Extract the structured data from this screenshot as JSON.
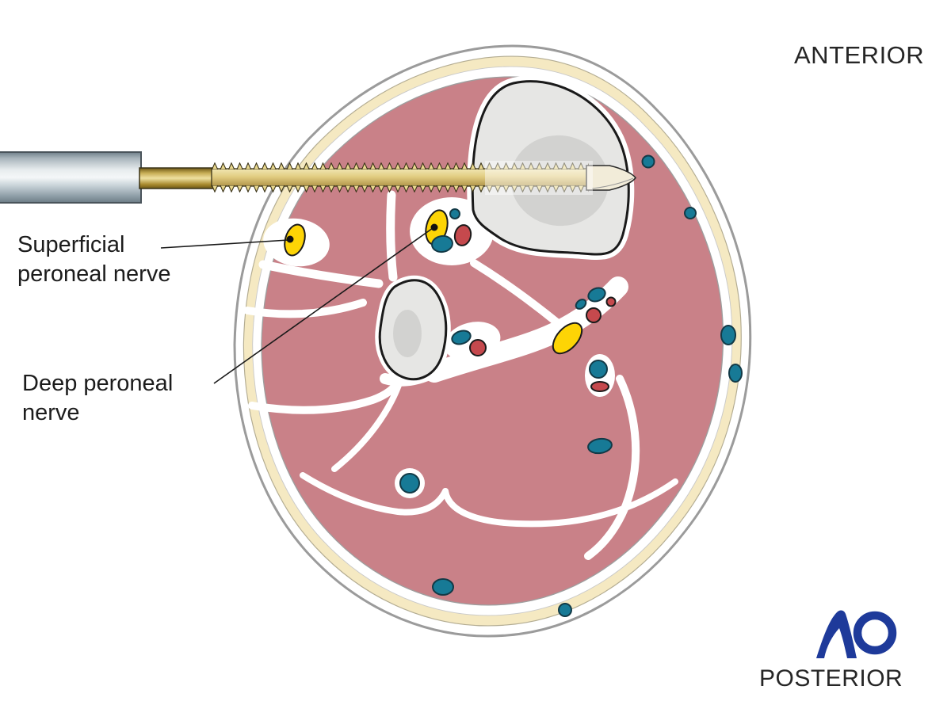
{
  "labels": {
    "anterior": "ANTERIOR",
    "posterior": "POSTERIOR",
    "superficial_line1": "Superficial",
    "superficial_line2": "peroneal nerve",
    "deep_line1": "Deep peroneal",
    "deep_line2": "nerve"
  },
  "logo": {
    "alt": "AO"
  },
  "colors": {
    "muscle": "#c98188",
    "fat": "#f5e9c2",
    "skin": "#9b9b9b",
    "bone": "#e6e6e4",
    "bone2": "#d2d2d0",
    "ink": "#1a1a1a",
    "nerve": "#fdd405",
    "artery": "#c5494d",
    "vein": "#177a96",
    "ao": "#1e3a9a",
    "text": "#1c1c1c"
  }
}
